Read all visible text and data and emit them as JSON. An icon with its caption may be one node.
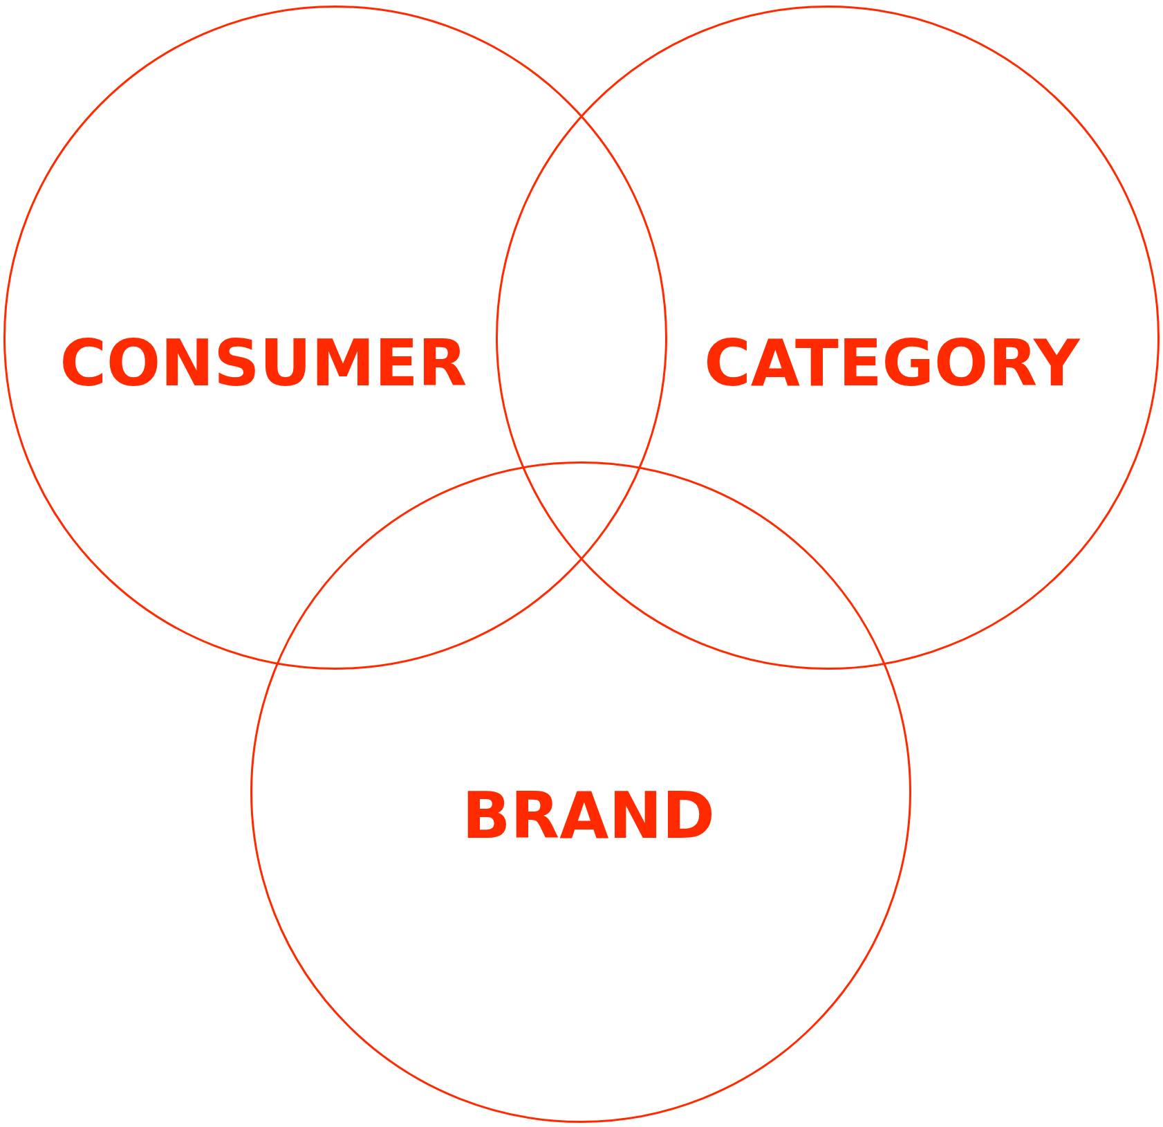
{
  "diagram": {
    "nodes": [
      {
        "text": [
          "CONSUMER"
        ]
      },
      {
        "text": [
          "CATEGORY"
        ]
      },
      {
        "text": [
          "BRAND"
        ]
      }
    ]
  }
}
